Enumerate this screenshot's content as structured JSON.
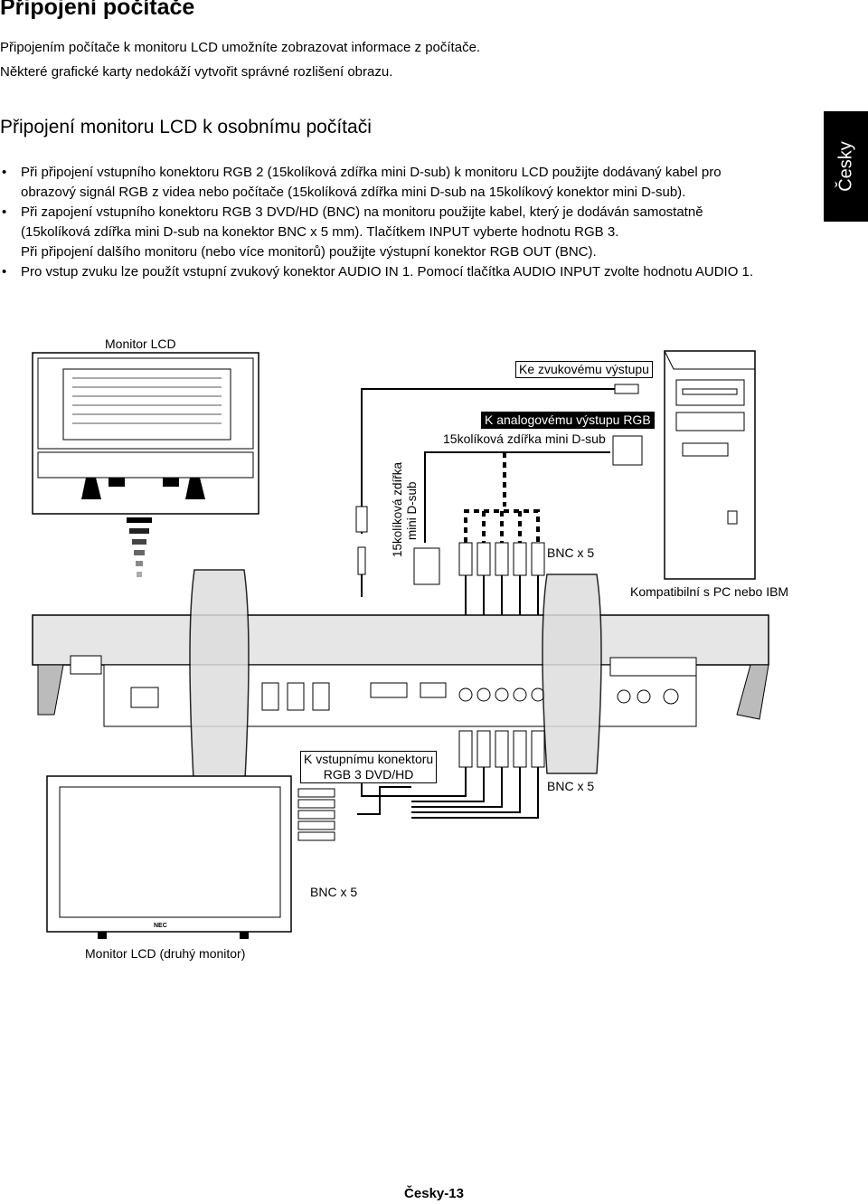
{
  "title": "Připojení počítače",
  "intro": [
    "Připojením počítače k monitoru LCD umožníte zobrazovat informace z počítače.",
    "Některé grafické karty nedokáží vytvořit správné rozlišení obrazu."
  ],
  "section_title": "Připojení monitoru LCD k osobnímu počítači",
  "bullets": [
    {
      "marker": "•",
      "lines": [
        "Při připojení vstupního konektoru RGB 2 (15kolíková zdířka mini D-sub) k monitoru LCD použijte dodávaný kabel pro",
        "obrazový signál RGB z videa nebo počítače (15kolíková zdířka mini D-sub na 15kolíkový konektor mini D-sub)."
      ]
    },
    {
      "marker": "•",
      "lines": [
        "Při zapojení vstupního konektoru RGB 3 DVD/HD (BNC) na monitoru použijte kabel, který je dodáván samostatně",
        "(15kolíková zdířka mini D-sub na konektor BNC x 5 mm). Tlačítkem INPUT vyberte hodnotu RGB 3.",
        "Při připojení dalšího monitoru (nebo více monitorů) použijte výstupní konektor RGB OUT (BNC)."
      ]
    },
    {
      "marker": "•",
      "lines": [
        "Pro vstup zvuku lze použít vstupní zvukový konektor AUDIO IN 1. Pomocí tlačítka AUDIO INPUT zvolte hodnotu AUDIO 1."
      ]
    }
  ],
  "side_tab": "Česky",
  "diagram": {
    "monitor_label": "Monitor LCD",
    "audio_out_label": "Ke zvukovému výstupu",
    "analog_out_label": "K analogovému výstupu RGB",
    "dsub_label": "15kolíková zdířka mini D-sub",
    "vertical_label_1": "15kolíková zdířka",
    "vertical_label_2": "mini D-sub",
    "bnc_label_1": "BNC x 5",
    "pc_compat_label": "Kompatibilní s PC nebo IBM",
    "rgb3_label_1": "K vstupnímu konektoru",
    "rgb3_label_2": "RGB 3 DVD/HD",
    "bnc_label_2": "BNC x 5",
    "bnc_label_3": "BNC x 5",
    "second_monitor_label": "Monitor LCD (druhý monitor)",
    "logo_text": "NEC"
  },
  "footer": "Česky-13"
}
